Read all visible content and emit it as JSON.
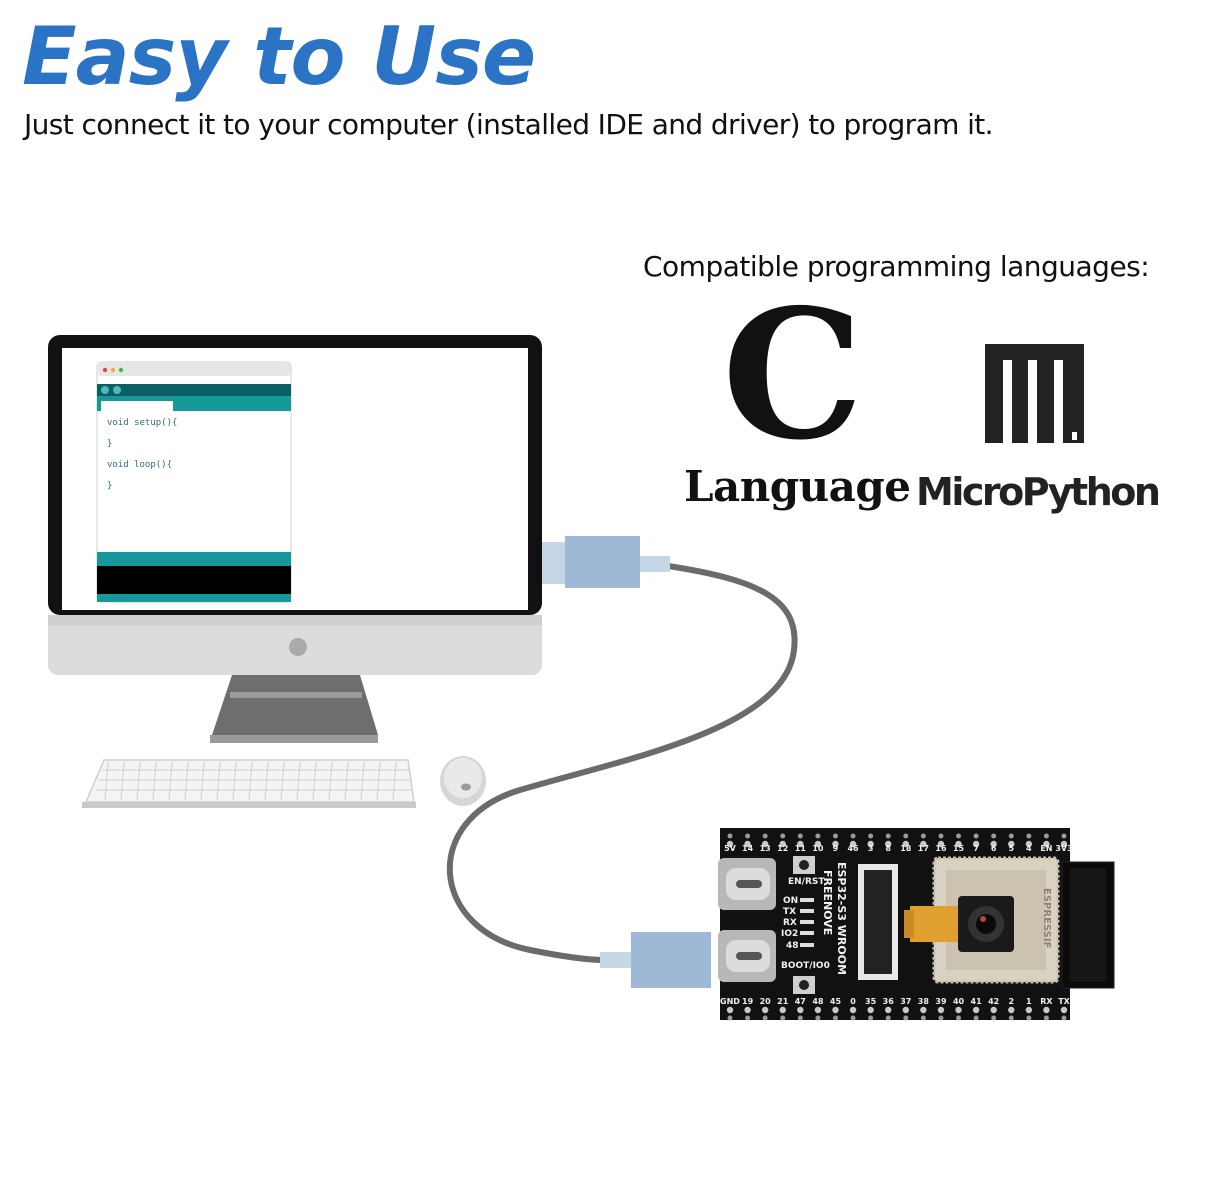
{
  "title": "Easy to Use",
  "subtitle": "Just connect it to your computer (installed IDE and driver) to program it.",
  "compat_heading": "Compatible programming languages:",
  "languages": [
    {
      "logo_letter": "C",
      "label": "Language",
      "icon": "c-language-logo"
    },
    {
      "label": "MicroPython",
      "icon": "micropython-logo"
    }
  ],
  "ide_code": {
    "lines": [
      "void setup(){",
      "}",
      "void loop(){",
      "}"
    ]
  },
  "board": {
    "top_pins": [
      "5V",
      "14",
      "13",
      "12",
      "11",
      "10",
      "9",
      "46",
      "3",
      "8",
      "18",
      "17",
      "16",
      "15",
      "7",
      "6",
      "5",
      "4",
      "EN",
      "3V3"
    ],
    "bottom_pins": [
      "GND",
      "19",
      "20",
      "21",
      "47",
      "48",
      "45",
      "0",
      "35",
      "36",
      "37",
      "38",
      "39",
      "40",
      "41",
      "42",
      "2",
      "1",
      "RX",
      "TX"
    ],
    "labels": {
      "en_rst": "EN/RST",
      "on": "ON",
      "tx": "TX",
      "rx": "RX",
      "io2": "IO2",
      "p48": "48",
      "boot": "BOOT/IO0",
      "model": "ESP32-S3 WROOM",
      "brand": "FREENOVE",
      "module_brand": "ESPRESSIF"
    }
  },
  "colors": {
    "title": "#2b73c4",
    "usb_connector": "#9db9d6",
    "cable": "#6b6b6b",
    "arduino_teal": "#17989a"
  }
}
